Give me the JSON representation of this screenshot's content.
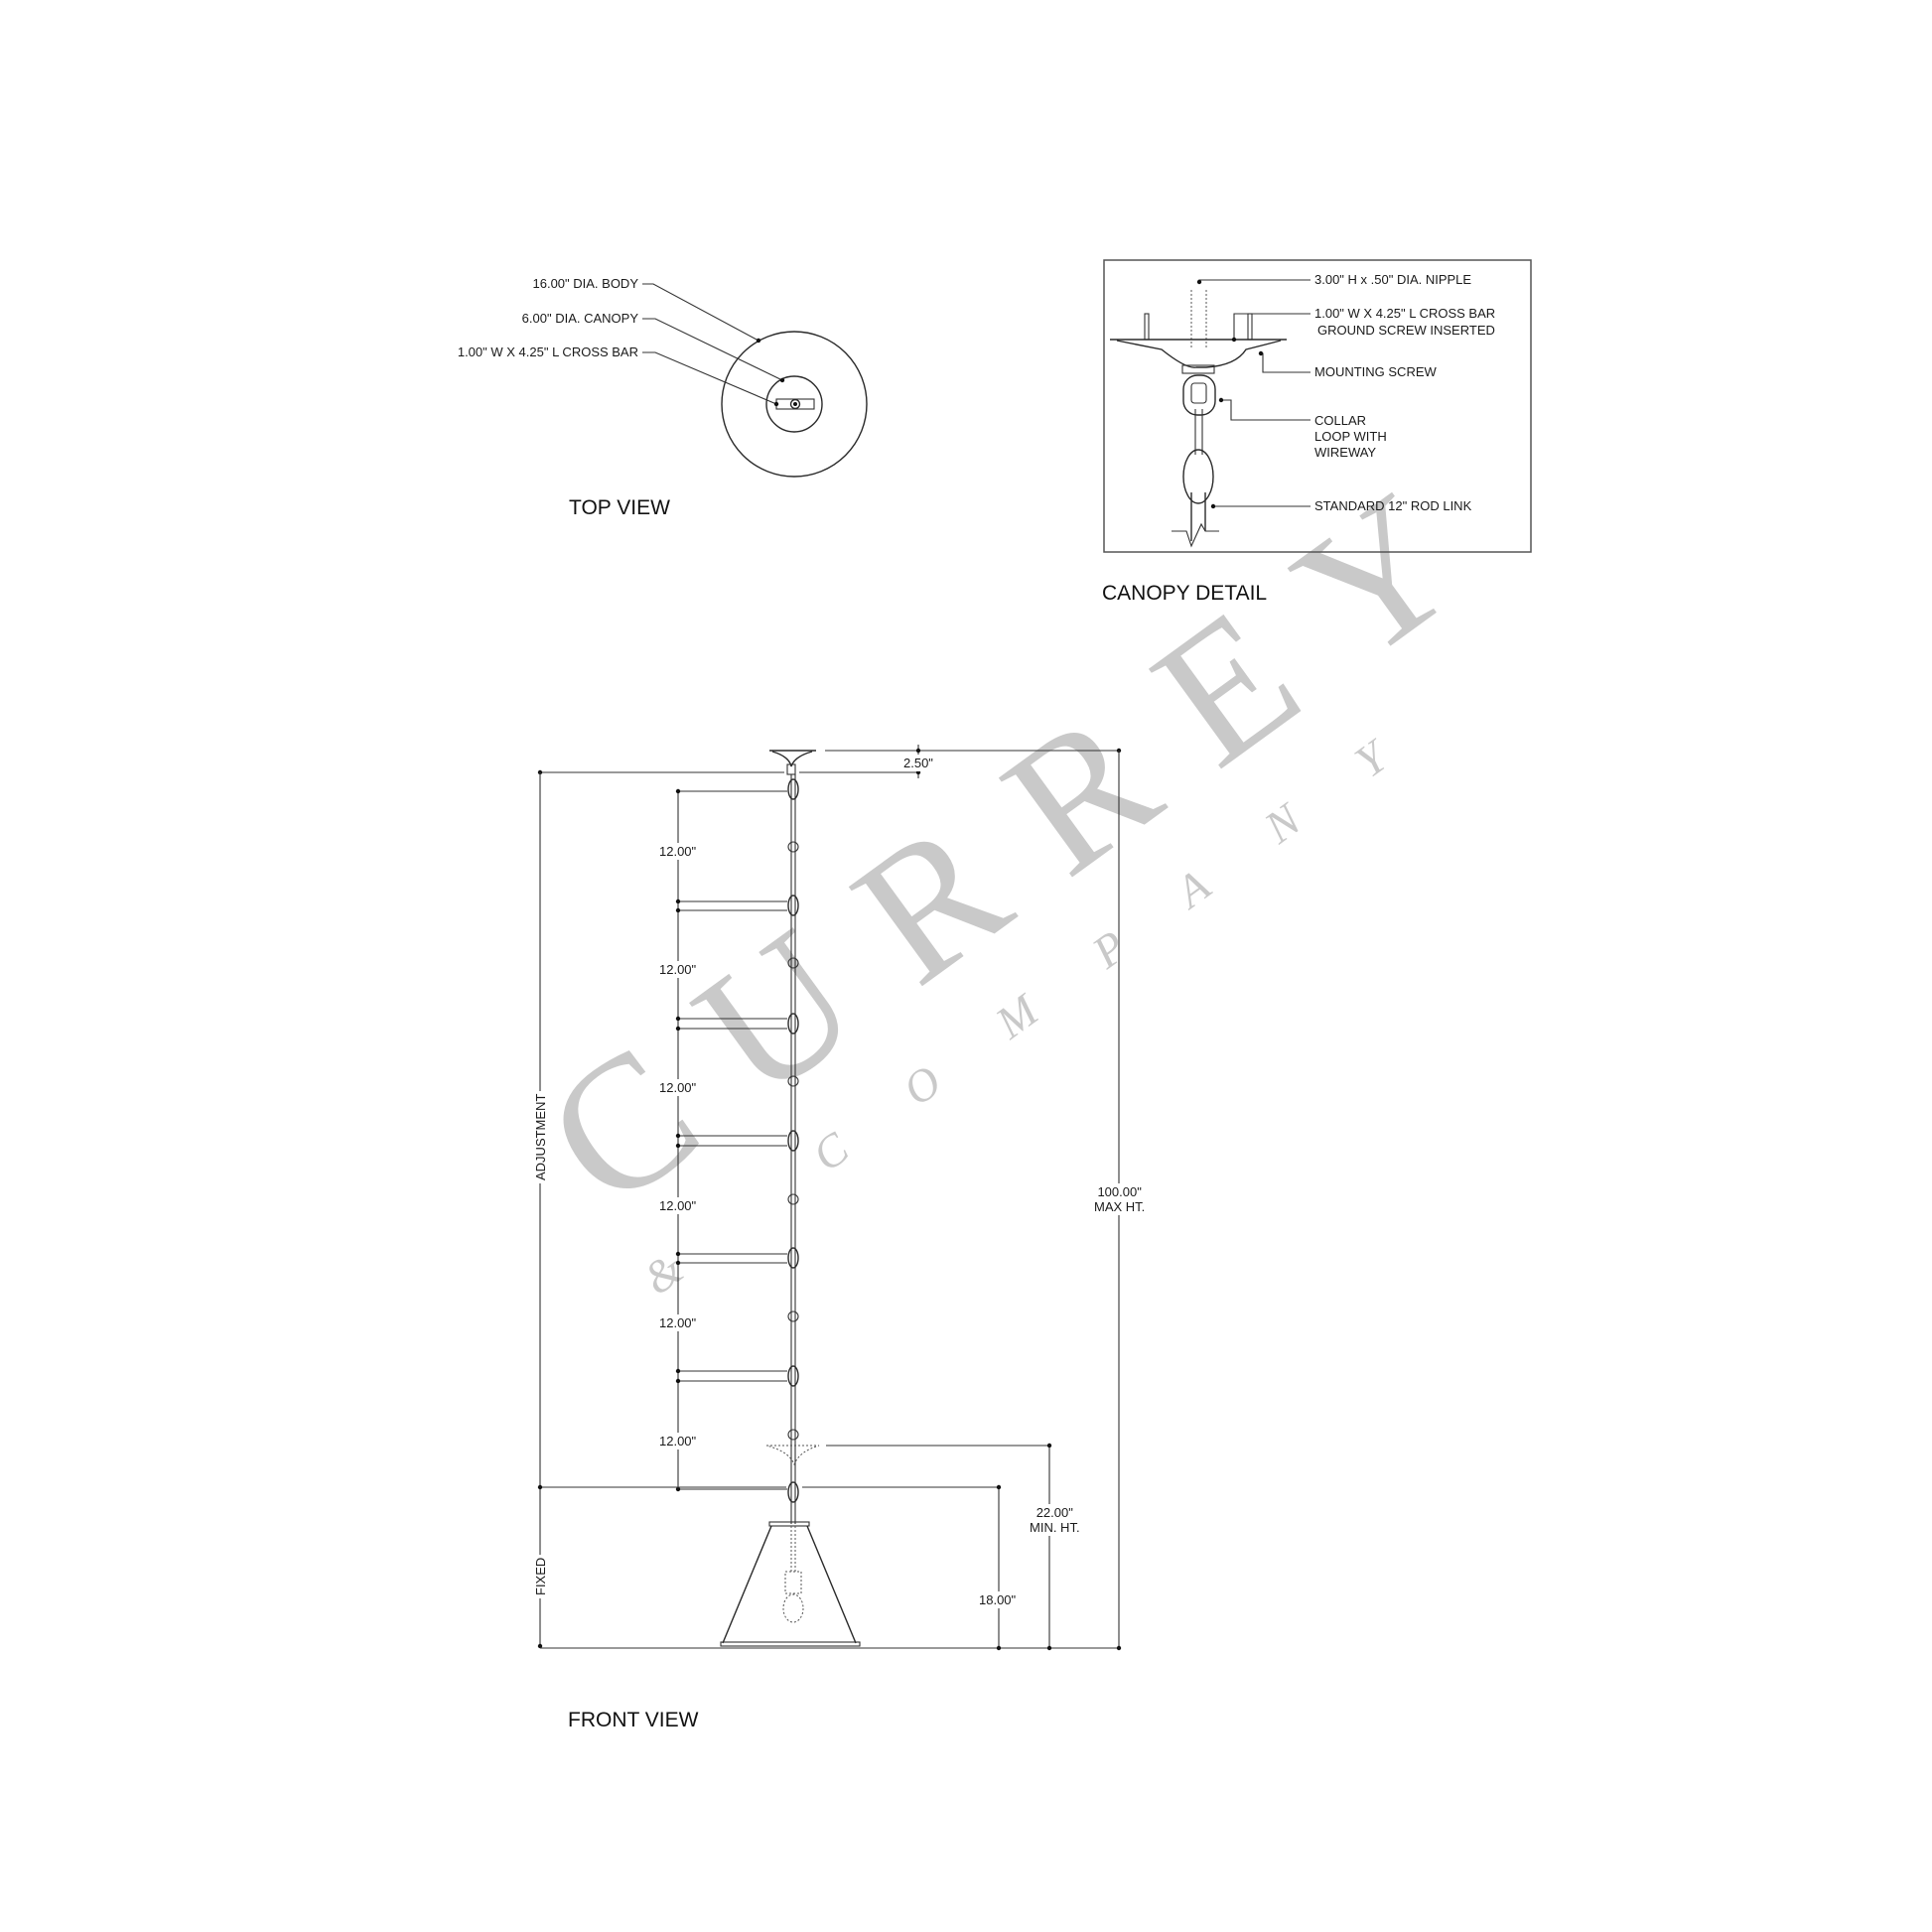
{
  "watermark": {
    "brand": "CURREY",
    "sub": "& COMPANY",
    "color": "#c9c9c9"
  },
  "top_view": {
    "title": "TOP VIEW",
    "callouts": [
      {
        "label": "16.00\" DIA. BODY"
      },
      {
        "label": "6.00\" DIA. CANOPY"
      },
      {
        "label": "1.00\" W X 4.25\" L CROSS BAR"
      }
    ]
  },
  "canopy_detail": {
    "title": "CANOPY DETAIL",
    "callouts": [
      {
        "lines": [
          "3.00\" H x .50\" DIA. NIPPLE"
        ]
      },
      {
        "lines": [
          "1.00\" W X 4.25\" L CROSS BAR",
          "GROUND SCREW INSERTED"
        ]
      },
      {
        "lines": [
          "MOUNTING SCREW"
        ]
      },
      {
        "lines": [
          "COLLAR",
          "LOOP WITH",
          "WIREWAY"
        ]
      },
      {
        "lines": [
          "STANDARD 12\" ROD LINK"
        ]
      }
    ]
  },
  "front_view": {
    "title": "FRONT VIEW",
    "canopy_height": "2.50\"",
    "rod_segments": [
      "12.00\"",
      "12.00\"",
      "12.00\"",
      "12.00\"",
      "12.00\"",
      "12.00\""
    ],
    "adjustment_label": "ADJUSTMENT",
    "fixed_label": "FIXED",
    "fixed_height": "18.00\"",
    "min_height": {
      "value": "22.00\"",
      "label": "MIN. HT."
    },
    "max_height": {
      "value": "100.00\"",
      "label": "MAX HT."
    }
  }
}
